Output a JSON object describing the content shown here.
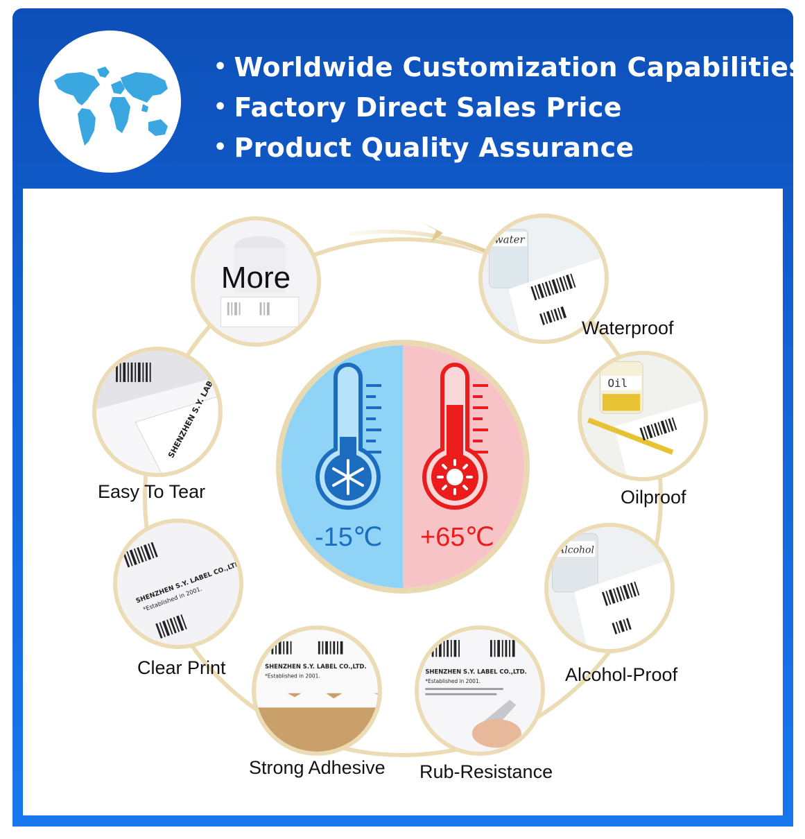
{
  "header": {
    "bullets": [
      "Worldwide Customization Capabilities",
      "Factory Direct Sales Price",
      "Product Quality Assurance"
    ]
  },
  "center": {
    "cold_temp": "-15℃",
    "hot_temp": "+65℃"
  },
  "features": {
    "more": "More",
    "waterproof": "Waterproof",
    "oilproof": "Oilproof",
    "alcohol_proof": "Alcohol-Proof",
    "rub_resistance": "Rub-Resistance",
    "strong_adhesive": "Strong Adhesive",
    "clear_print": "Clear Print",
    "easy_to_tear": "Easy To Tear"
  },
  "images": {
    "waterproof_bottle": "water",
    "oilproof_bottle": "Oil",
    "alcohol_bottle": "Alcohol",
    "label_company": "SHENZHEN S.Y. LABEL CO.,LTD.",
    "label_established": "*Established in 2001."
  },
  "colors": {
    "header_blue": "#1463d6",
    "ring_gold": "#ecdcb5",
    "cold_blue": "#8fd3f7",
    "hot_pink": "#f8c3c6",
    "cold_text": "#1c6cc0",
    "hot_text": "#ea1c1c"
  }
}
